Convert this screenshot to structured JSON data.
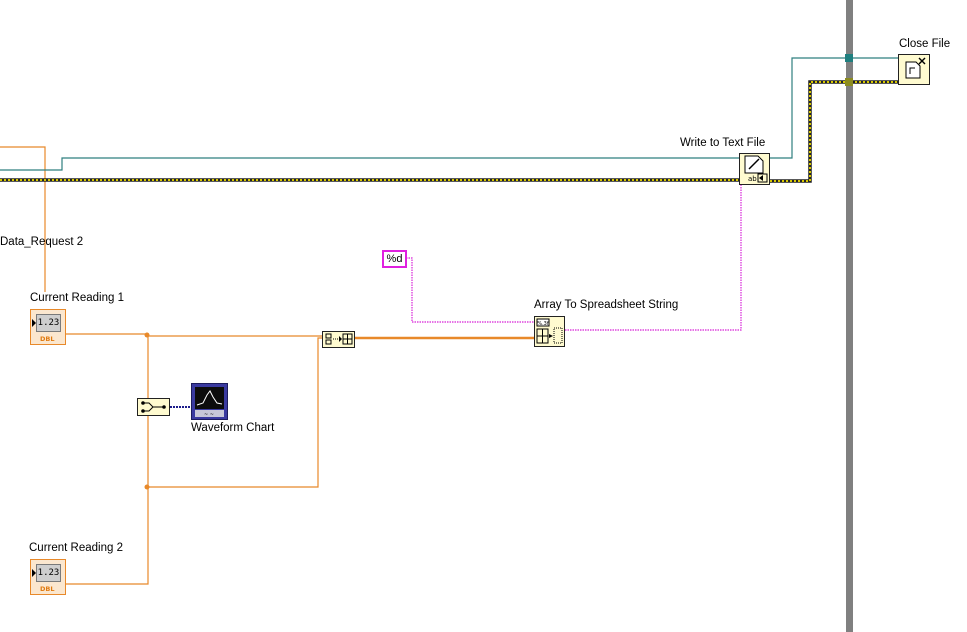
{
  "labels": {
    "data_request": "Data_Request 2",
    "current_reading_1": "Current Reading 1",
    "current_reading_2": "Current Reading 2",
    "waveform_chart": "Waveform Chart",
    "array_to_spreadsheet": "Array To Spreadsheet String",
    "write_to_text_file": "Write to Text File",
    "close_file": "Close File"
  },
  "constants": {
    "format_string": "%d"
  },
  "indicators": {
    "reading_1_value": "1.23",
    "reading_1_type": "DBL",
    "reading_2_value": "1.23",
    "reading_2_type": "DBL"
  },
  "colors": {
    "background": "#ffffff",
    "numeric_wire": "#e8892a",
    "string_wire": "#d822d8",
    "refnum_wire": "#2f7f7f",
    "error_wire": "#c8b800",
    "dynamic_wire": "#1c1c8c",
    "structure_border": "#808080"
  },
  "icons": {
    "write_to_text_file": "write-text-file-icon",
    "close_file": "close-file-icon",
    "array_to_spreadsheet": "array-to-spreadsheet-icon",
    "build_array": "build-array-icon",
    "merge_signals": "merge-signals-icon",
    "waveform_chart": "waveform-chart-icon"
  }
}
